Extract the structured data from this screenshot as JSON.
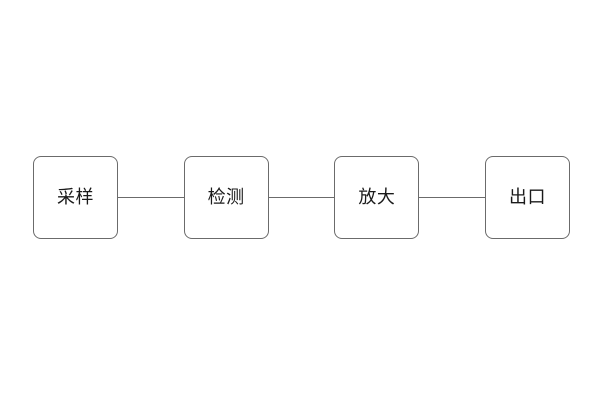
{
  "diagram": {
    "type": "horizontal-flow-chart",
    "background_color": "#ffffff",
    "node_border_color": "#6b6b6b",
    "node_fill_color": "#ffffff",
    "connector_color": "#6b6b6b",
    "text_color": "#1a1a1a",
    "nodes": [
      {
        "id": "sampling",
        "label": "采样"
      },
      {
        "id": "detection",
        "label": "检测"
      },
      {
        "id": "amplify",
        "label": "放大"
      },
      {
        "id": "outlet",
        "label": "出口"
      }
    ],
    "connectors": [
      {
        "from": "sampling",
        "to": "detection"
      },
      {
        "from": "detection",
        "to": "amplify"
      },
      {
        "from": "amplify",
        "to": "outlet"
      }
    ]
  }
}
